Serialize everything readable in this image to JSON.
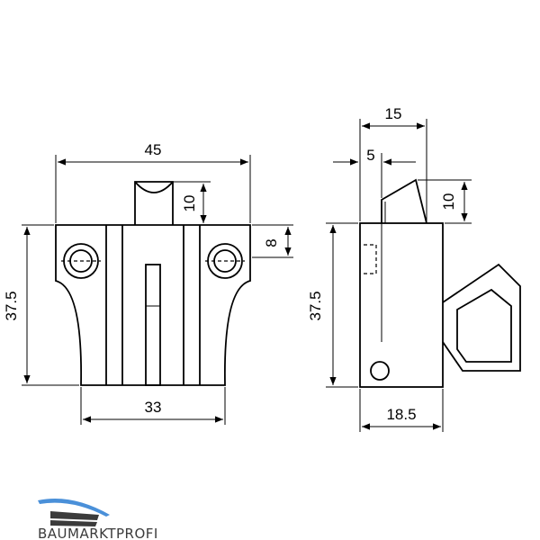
{
  "front_view": {
    "dim_width": "45",
    "dim_height": "37.5",
    "dim_bottom": "33",
    "dim_latch_top": "10",
    "dim_flange": "8"
  },
  "side_view": {
    "dim_top": "15",
    "dim_offset": "5",
    "dim_tip": "10",
    "dim_height": "37.5",
    "dim_width": "18.5"
  },
  "logo": {
    "text": "BAUMARKTPROFI",
    "accent_color": "#4a90d9",
    "dark_color": "#3b3b3b"
  }
}
